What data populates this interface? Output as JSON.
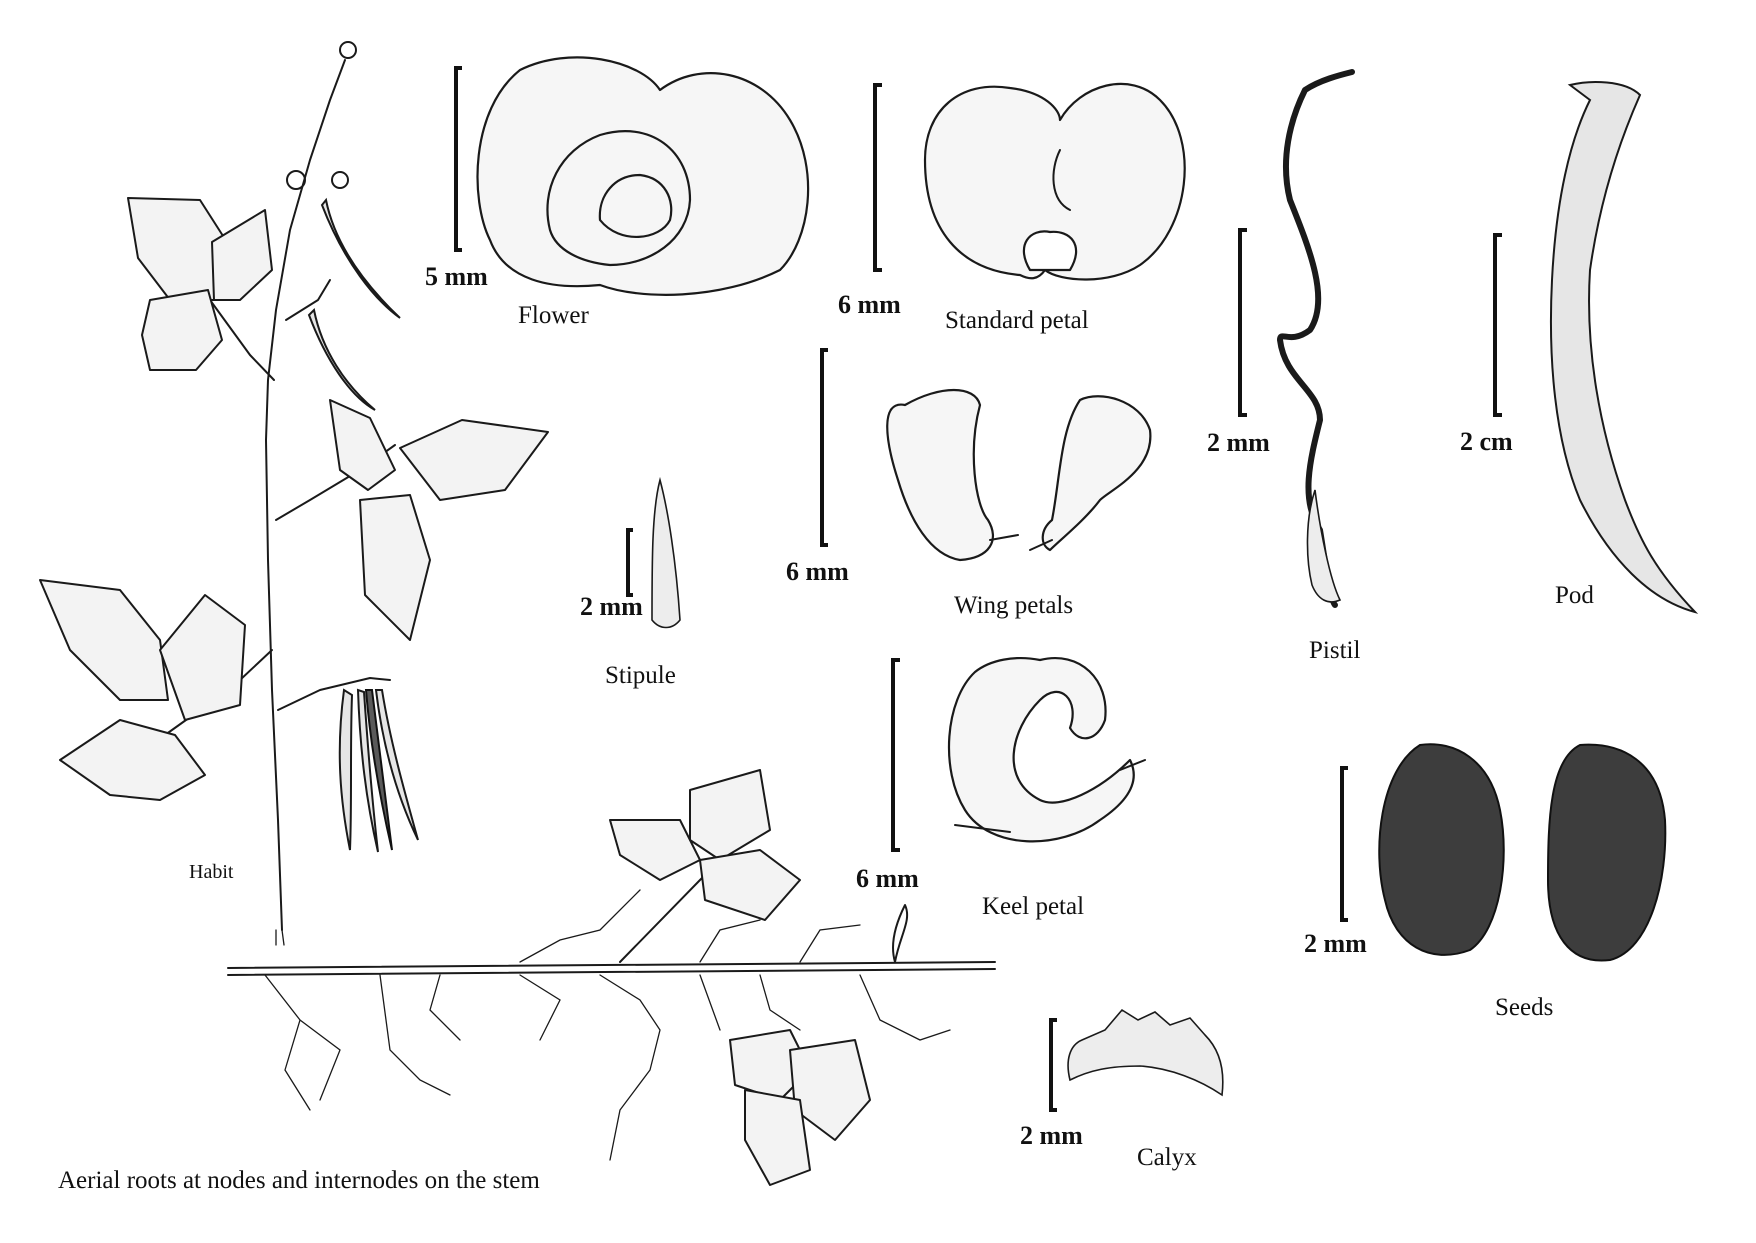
{
  "labels": {
    "habit": "Habit",
    "flower": "Flower",
    "standard_petal": "Standard petal",
    "wing_petals": "Wing petals",
    "keel_petal": "Keel petal",
    "stipule": "Stipule",
    "pistil": "Pistil",
    "pod": "Pod",
    "seeds": "Seeds",
    "calyx": "Calyx",
    "aerial_roots": "Aerial roots at nodes and internodes on the stem"
  },
  "scale_bars": {
    "flower": "5 mm",
    "standard_petal": "6 mm",
    "wing_petals": "6 mm",
    "keel_petal": "6 mm",
    "stipule": "2 mm",
    "pistil": "2 mm",
    "pod": "2 cm",
    "seeds": "2 mm",
    "calyx": "2 mm"
  }
}
